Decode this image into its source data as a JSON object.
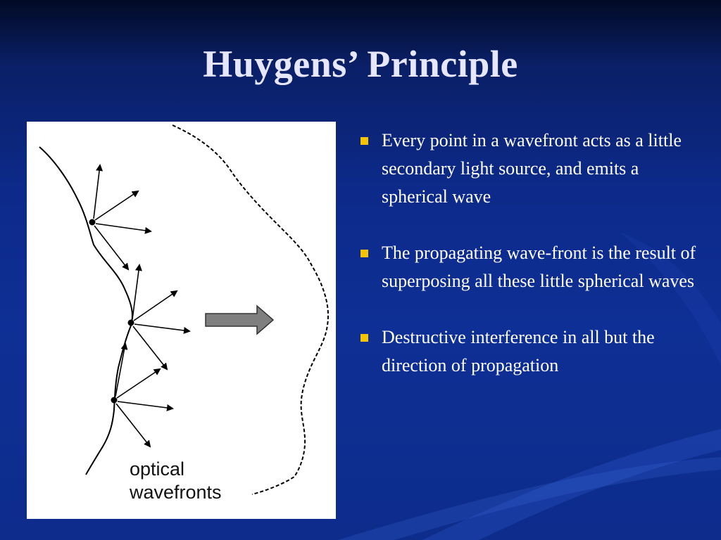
{
  "slide": {
    "title": "Huygens’ Principle",
    "background_color": "#0d2a8a",
    "accent_color": "#f5c400"
  },
  "figure": {
    "label_line1": "optical",
    "label_line2": "wavefronts",
    "background_color": "#ffffff",
    "arrow_fill": "#7f7f7f"
  },
  "bullets": [
    {
      "text": "Every point in a wavefront acts as a little secondary light source, and emits a spherical wave"
    },
    {
      "text": "The propagating wave-front is the result of superposing all these little spherical waves"
    },
    {
      "text": "Destructive interference in all but the direction of propagation"
    }
  ]
}
